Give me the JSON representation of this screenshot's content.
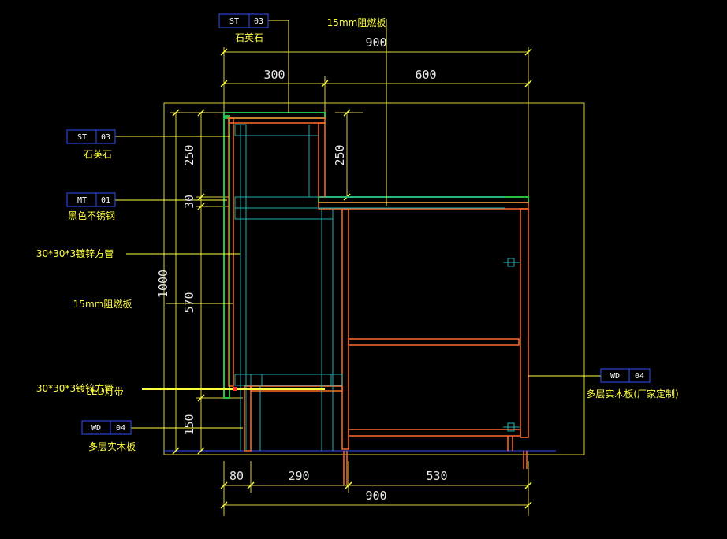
{
  "colors": {
    "background": "#000000",
    "dimension": "#ffff40",
    "outline_yellow": "#d8d040",
    "wood": "#ff6a2a",
    "steel_frame": "#1fb0b0",
    "panel_green": "#28c040",
    "text": "#e8e8e8",
    "leader": "#ffff40"
  },
  "dimensions": {
    "top_total": "900",
    "top_left": "300",
    "top_right": "600",
    "left_total": "1000",
    "left_250": "250",
    "left_30": "30",
    "left_570": "570",
    "left_150": "150",
    "inner_250": "250",
    "bottom_80": "80",
    "bottom_290": "290",
    "bottom_530": "530",
    "bottom_total": "900"
  },
  "tags": {
    "st03_top": {
      "code": "ST",
      "num": "03",
      "desc": "石英石"
    },
    "st03_left": {
      "code": "ST",
      "num": "03",
      "desc": "石英石"
    },
    "mt01": {
      "code": "MT",
      "num": "01",
      "desc": "黑色不锈钢"
    },
    "wd04_left": {
      "code": "WD",
      "num": "04",
      "desc": "多层实木板"
    },
    "wd04_right": {
      "code": "WD",
      "num": "04",
      "desc": "多层实木板(厂家定制)"
    }
  },
  "labels": {
    "fire_board_top": "15mm阻燃板",
    "steel_tube_1": "30*30*3镀锌方管",
    "fire_board_left": "15mm阻燃板",
    "steel_tube_2": "30*30*3镀锌方管",
    "led_strip": "LED灯带"
  }
}
